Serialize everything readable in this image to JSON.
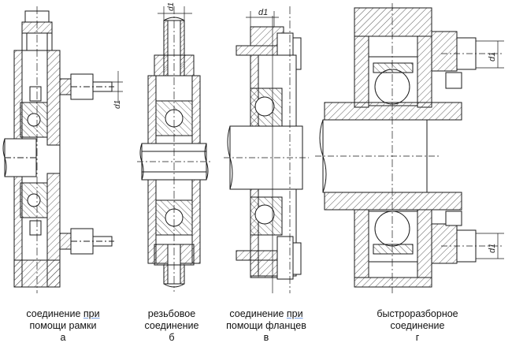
{
  "figures": [
    {
      "id": "a",
      "caption_lines": [
        "соединение при",
        "помощи рамки",
        "а"
      ],
      "underlined": "при"
    },
    {
      "id": "b",
      "caption_lines": [
        "резьбовое",
        "соединение",
        "б"
      ],
      "underlined": ""
    },
    {
      "id": "v",
      "caption_lines": [
        "соединение при",
        "помощи фланцев",
        "в"
      ],
      "underlined": "при"
    },
    {
      "id": "g",
      "caption_lines": [
        "быстроразборное",
        "соединение",
        "г"
      ],
      "underlined": ""
    }
  ],
  "dimension_labels": {
    "a": "d1",
    "b": "d1",
    "v": "d1",
    "g_top": "d1",
    "g_bottom": "d1"
  },
  "colors": {
    "line": "#1a1a1a",
    "hatch": "#333333",
    "fill": "#ffffff",
    "underline": "#7aa0e0"
  }
}
